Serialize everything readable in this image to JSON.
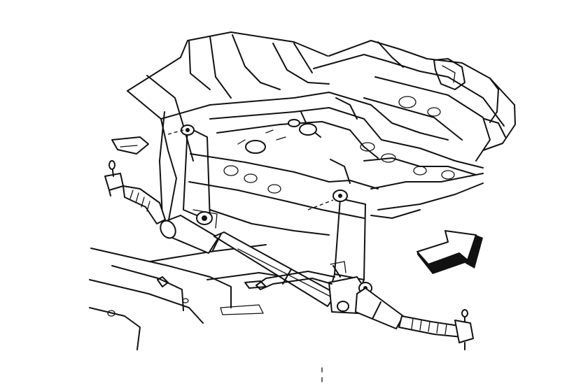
{
  "diagram": {
    "parts": [
      {
        "id": "frame-crossmember",
        "label": ""
      },
      {
        "id": "steering-gear",
        "label": ""
      },
      {
        "id": "tie-rod-left",
        "label": ""
      },
      {
        "id": "tie-rod-right",
        "label": ""
      },
      {
        "id": "mounting-bracket-left",
        "label": ""
      },
      {
        "id": "mounting-bracket-right",
        "label": ""
      },
      {
        "id": "lower-control-arm",
        "label": ""
      }
    ],
    "indicator": {
      "icon": "front-direction-arrow-icon"
    },
    "colors": {
      "line": "#111111",
      "background": "#ffffff"
    }
  }
}
